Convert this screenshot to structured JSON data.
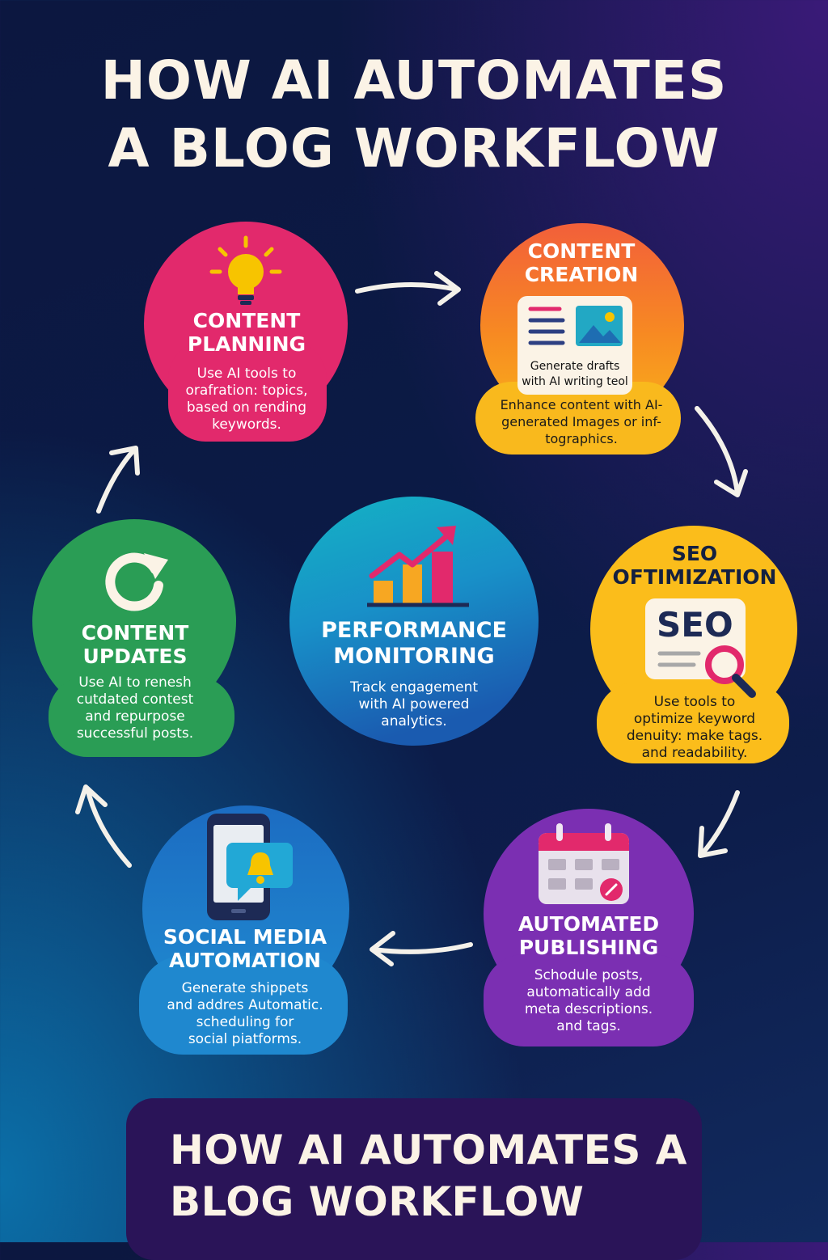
{
  "title": {
    "line1": "HOW AI AUTOMATES",
    "line2": "A BLOG WORKFLOW"
  },
  "colors": {
    "planning": "#e0286c",
    "creation": "#f37a2a",
    "seo": "#fbbf1a",
    "publishing": "#7a2fb0",
    "social": "#1a78c4",
    "updates": "#2a9e55",
    "monitoring": "#1f8fc4"
  },
  "nodes": {
    "planning": {
      "icon": "lightbulb-icon",
      "label_line1": "CONTENT",
      "label_line2": "PLANNING",
      "desc_line1": "Use AI tools to",
      "desc_line2": "orafration: topics,",
      "desc_line3": "based on rending",
      "desc_line4": "keywords."
    },
    "creation": {
      "icon": "document-image-icon",
      "label_line1": "CONTENT",
      "label_line2": "CREATION",
      "card_line1": "Generate drafts",
      "card_line2": "with AI writing teol",
      "desc_line1": "Enhance content with AI-",
      "desc_line2": "generated Images or inf-",
      "desc_line3": "tographics."
    },
    "seo": {
      "icon": "seo-magnifier-icon",
      "icon_text": "SEO",
      "label_line1": "SEO",
      "label_line2": "OFTIMIZATION",
      "desc_line1": "Use tools to",
      "desc_line2": "optimize keyword",
      "desc_line3": "denuity: make tags.",
      "desc_line4": "and readability."
    },
    "publishing": {
      "icon": "calendar-icon",
      "label_line1": "AUTOMATED",
      "label_line2": "PUBLISHING",
      "desc_line1": "Schodule posts,",
      "desc_line2": "automatically add",
      "desc_line3": "meta descriptions.",
      "desc_line4": "and tags."
    },
    "social": {
      "icon": "phone-notification-icon",
      "label_line1": "SOCIAL MEDIA",
      "label_line2": "AUTOMATION",
      "desc_line1": "Generate shippets",
      "desc_line2": "and addres Automatic.",
      "desc_line3": "scheduling for",
      "desc_line4": "social piatforms."
    },
    "updates": {
      "icon": "refresh-icon",
      "label_line1": "CONTENT",
      "label_line2": "UPDATES",
      "desc_line1": "Use AI to renesh",
      "desc_line2": "cutdated contest",
      "desc_line3": "and repurpose",
      "desc_line4": "successful posts."
    },
    "monitoring": {
      "icon": "bar-chart-arrow-icon",
      "label_line1": "PERFORMANCE",
      "label_line2": "MONITORING",
      "desc_line1": "Track engagement",
      "desc_line2": "with AI powered",
      "desc_line3": "analytics."
    }
  },
  "footer": {
    "line1": "HOW AI AUTOMATES A",
    "line2": "BLOG WORKFLOW"
  }
}
